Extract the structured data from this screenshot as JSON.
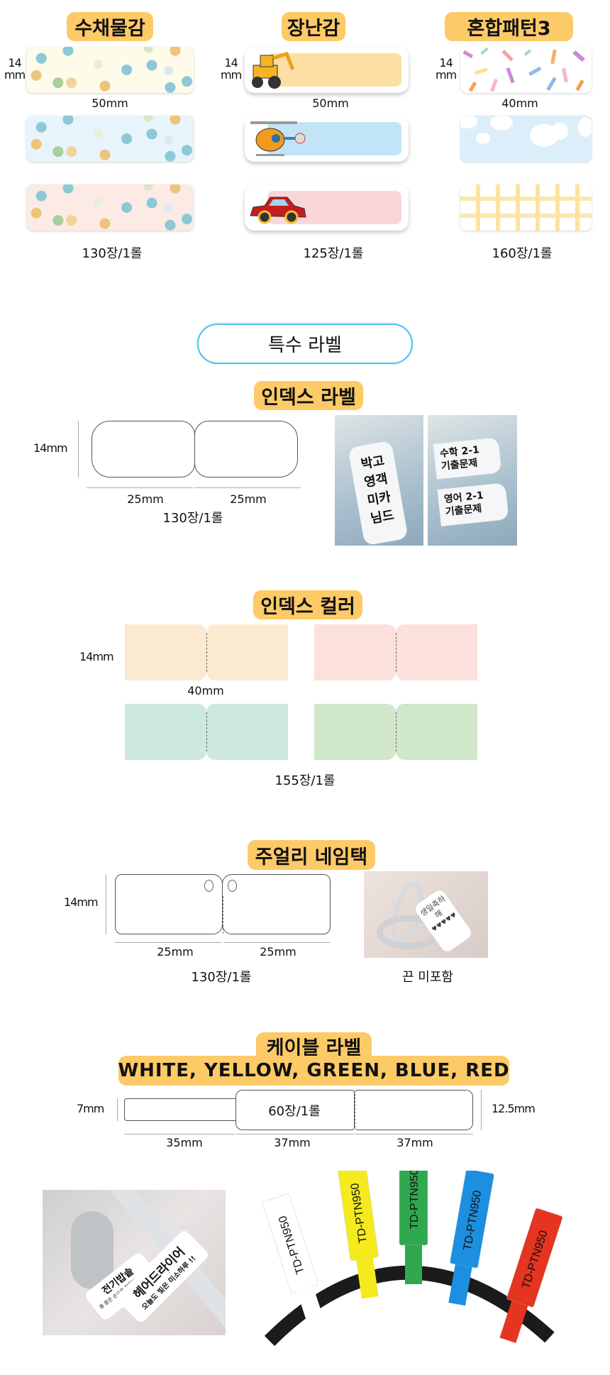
{
  "section1": {
    "categories": [
      {
        "title": "수채물감",
        "height": "14\nmm",
        "width": "50mm",
        "count": "130장/1롤"
      },
      {
        "title": "장난감",
        "height": "14\nmm",
        "width": "50mm",
        "count": "125장/1롤"
      },
      {
        "title": "혼합패턴3",
        "height": "14\nmm",
        "width": "40mm",
        "count": "160장/1롤"
      }
    ]
  },
  "special": {
    "title": "특수 라벨"
  },
  "index_label": {
    "title": "인덱스 라벨",
    "height": "14mm",
    "width_left": "25mm",
    "width_right": "25mm",
    "count": "130장/1롤",
    "photo_left_text": [
      "박고",
      "영객",
      "미카",
      "님드"
    ],
    "photo_right_text": [
      "수학 2-1",
      "기출문제",
      "영어 2-1",
      "기출문제"
    ]
  },
  "index_color": {
    "title": "인덱스 컬러",
    "height": "14mm",
    "width": "40mm",
    "count": "155장/1롤",
    "colors": [
      "#fce9d1",
      "#fbe0dc",
      "#cde8e0",
      "#d0e7cb"
    ]
  },
  "jewelry": {
    "title": "주얼리 네임택",
    "height": "14mm",
    "width_left": "25mm",
    "width_right": "25mm",
    "count": "130장/1롤",
    "note": "끈 미포함",
    "tag_text": "생일축하해",
    "hearts": "♥♥♥♥♥"
  },
  "cable": {
    "title": "케이블 라벨",
    "colors_title": "WHITE, YELLOW, GREEN, BLUE, RED",
    "count": "60장/1롤",
    "stem_height": "7mm",
    "body_height": "12.5mm",
    "w1": "35mm",
    "w2": "37mm",
    "w3": "37mm",
    "photo_tags": [
      {
        "main": "전기밥솥",
        "sub": "몸 묻은 손으로 만지지 마세요"
      },
      {
        "main": "헤어드라이어",
        "sub": "오늘도 빛은 미소하루 !!"
      }
    ],
    "sample_tags": [
      {
        "text": "TD-PTN950",
        "color": "#ffffff"
      },
      {
        "text": "TD-PTN950",
        "color": "#f4ea1e"
      },
      {
        "text": "TD-PTN950",
        "color": "#2fa84f"
      },
      {
        "text": "TD-PTN950",
        "color": "#1c8fe0"
      },
      {
        "text": "TD-PTN950",
        "color": "#e53420"
      }
    ]
  }
}
